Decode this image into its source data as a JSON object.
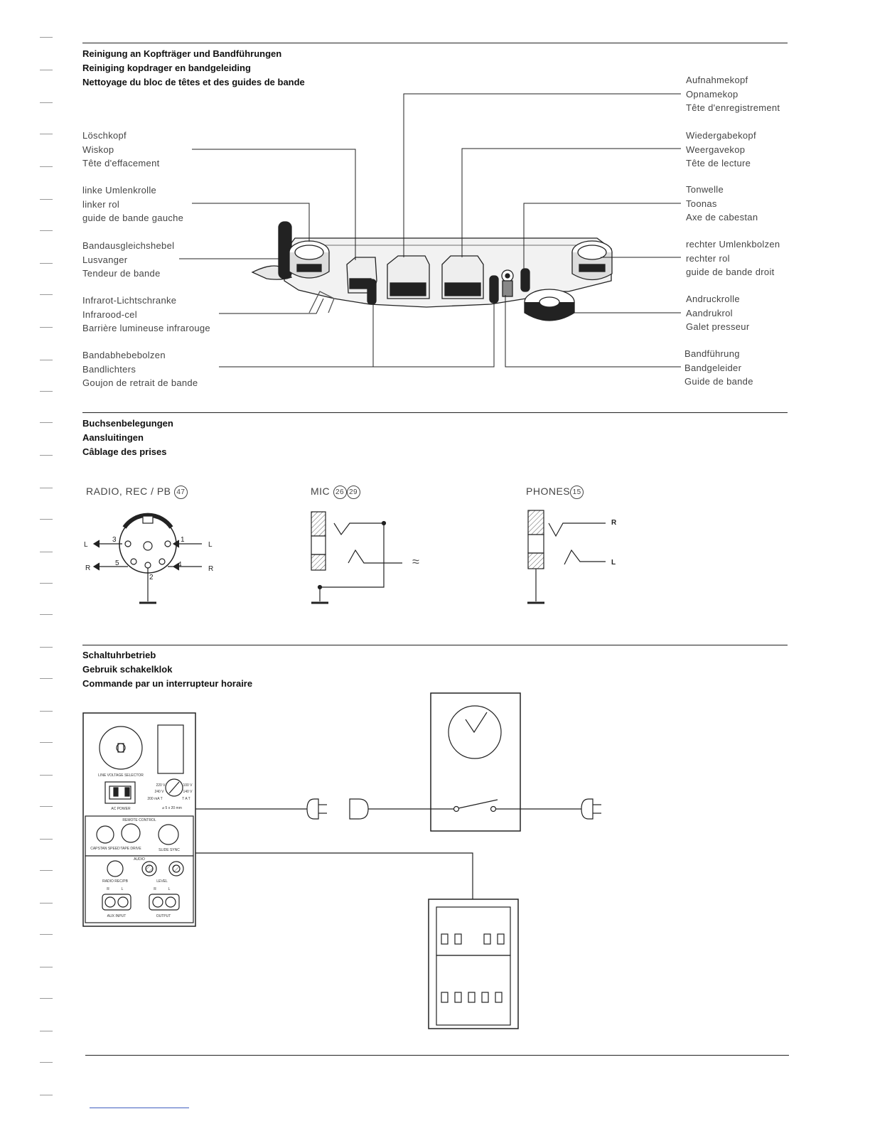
{
  "sections": {
    "cleaning": {
      "title_de": "Reinigung an Kopfträger und Bandführungen",
      "title_nl": "Reiniging kopdrager en bandgeleiding",
      "title_fr": "Nettoyage du bloc de têtes et des guides de bande"
    },
    "sockets": {
      "title_de": "Buchsenbelegungen",
      "title_nl": "Aansluitingen",
      "title_fr": "Câblage des prises"
    },
    "timer": {
      "title_de": "Schaltuhrbetrieb",
      "title_nl": "Gebruik schakelklok",
      "title_fr": "Commande par un interrupteur horaire"
    }
  },
  "left_labels": [
    [
      "Löschkopf",
      "Wiskop",
      "Tête d'effacement"
    ],
    [
      "linke Umlenkrolle",
      "linker rol",
      "guide de bande gauche"
    ],
    [
      "Bandausgleichshebel",
      "Lusvanger",
      "Tendeur de bande"
    ],
    [
      "Infrarot-Lichtschranke",
      "Infrarood-cel",
      "Barrière lumineuse infrarouge"
    ],
    [
      "Bandabhebebolzen",
      "Bandlichters",
      "Goujon de retrait de bande"
    ]
  ],
  "right_labels": [
    [
      "Aufnahmekopf",
      "Opnamekop",
      "Tête d'enregistrement"
    ],
    [
      "Wiedergabekopf",
      "Weergavekop",
      "Tête de lecture"
    ],
    [
      "Tonwelle",
      "Toonas",
      "Axe de cabestan"
    ],
    [
      "rechter Umlenkbolzen",
      "rechter rol",
      "guide de bande droit"
    ],
    [
      "Andruckrolle",
      "Aandrukrol",
      "Galet presseur"
    ],
    [
      "Bandführung",
      "Bandgeleider",
      "Guide de bande"
    ]
  ],
  "jacks": {
    "radio": {
      "title": "RADIO, REC / PB",
      "ref": "47",
      "pins": [
        "3",
        "1",
        "5",
        "4",
        "2"
      ],
      "channels": [
        "L",
        "L",
        "R",
        "R"
      ]
    },
    "mic": {
      "title": "MIC",
      "refs": [
        "26",
        "29"
      ],
      "symbol": "≈"
    },
    "phones": {
      "title": "PHONES",
      "ref": "15",
      "channels": [
        "R",
        "L"
      ]
    }
  },
  "rear_panel": {
    "voltage_label": "LINE VOLTAGE SELECTOR",
    "power_label": "AC POWER",
    "voltages": [
      "220 V",
      "100 V",
      "240 V",
      "140 V",
      "200 mA T",
      "T A T"
    ],
    "fuse": "⌀ 5 x 20 mm",
    "remote_label": "REMOTE CONTROL",
    "remote_items": [
      "CAPSTAN SPEED",
      "TAPE DRIVE",
      "SLIDE SYNC"
    ],
    "audio_label": "AUDIO",
    "audio_items": [
      "RADIO REC/PB",
      "LEVEL"
    ],
    "rl": [
      "R",
      "L",
      "R",
      "L"
    ],
    "bottom_items": [
      "AUX INPUT",
      "OUTPUT"
    ]
  }
}
